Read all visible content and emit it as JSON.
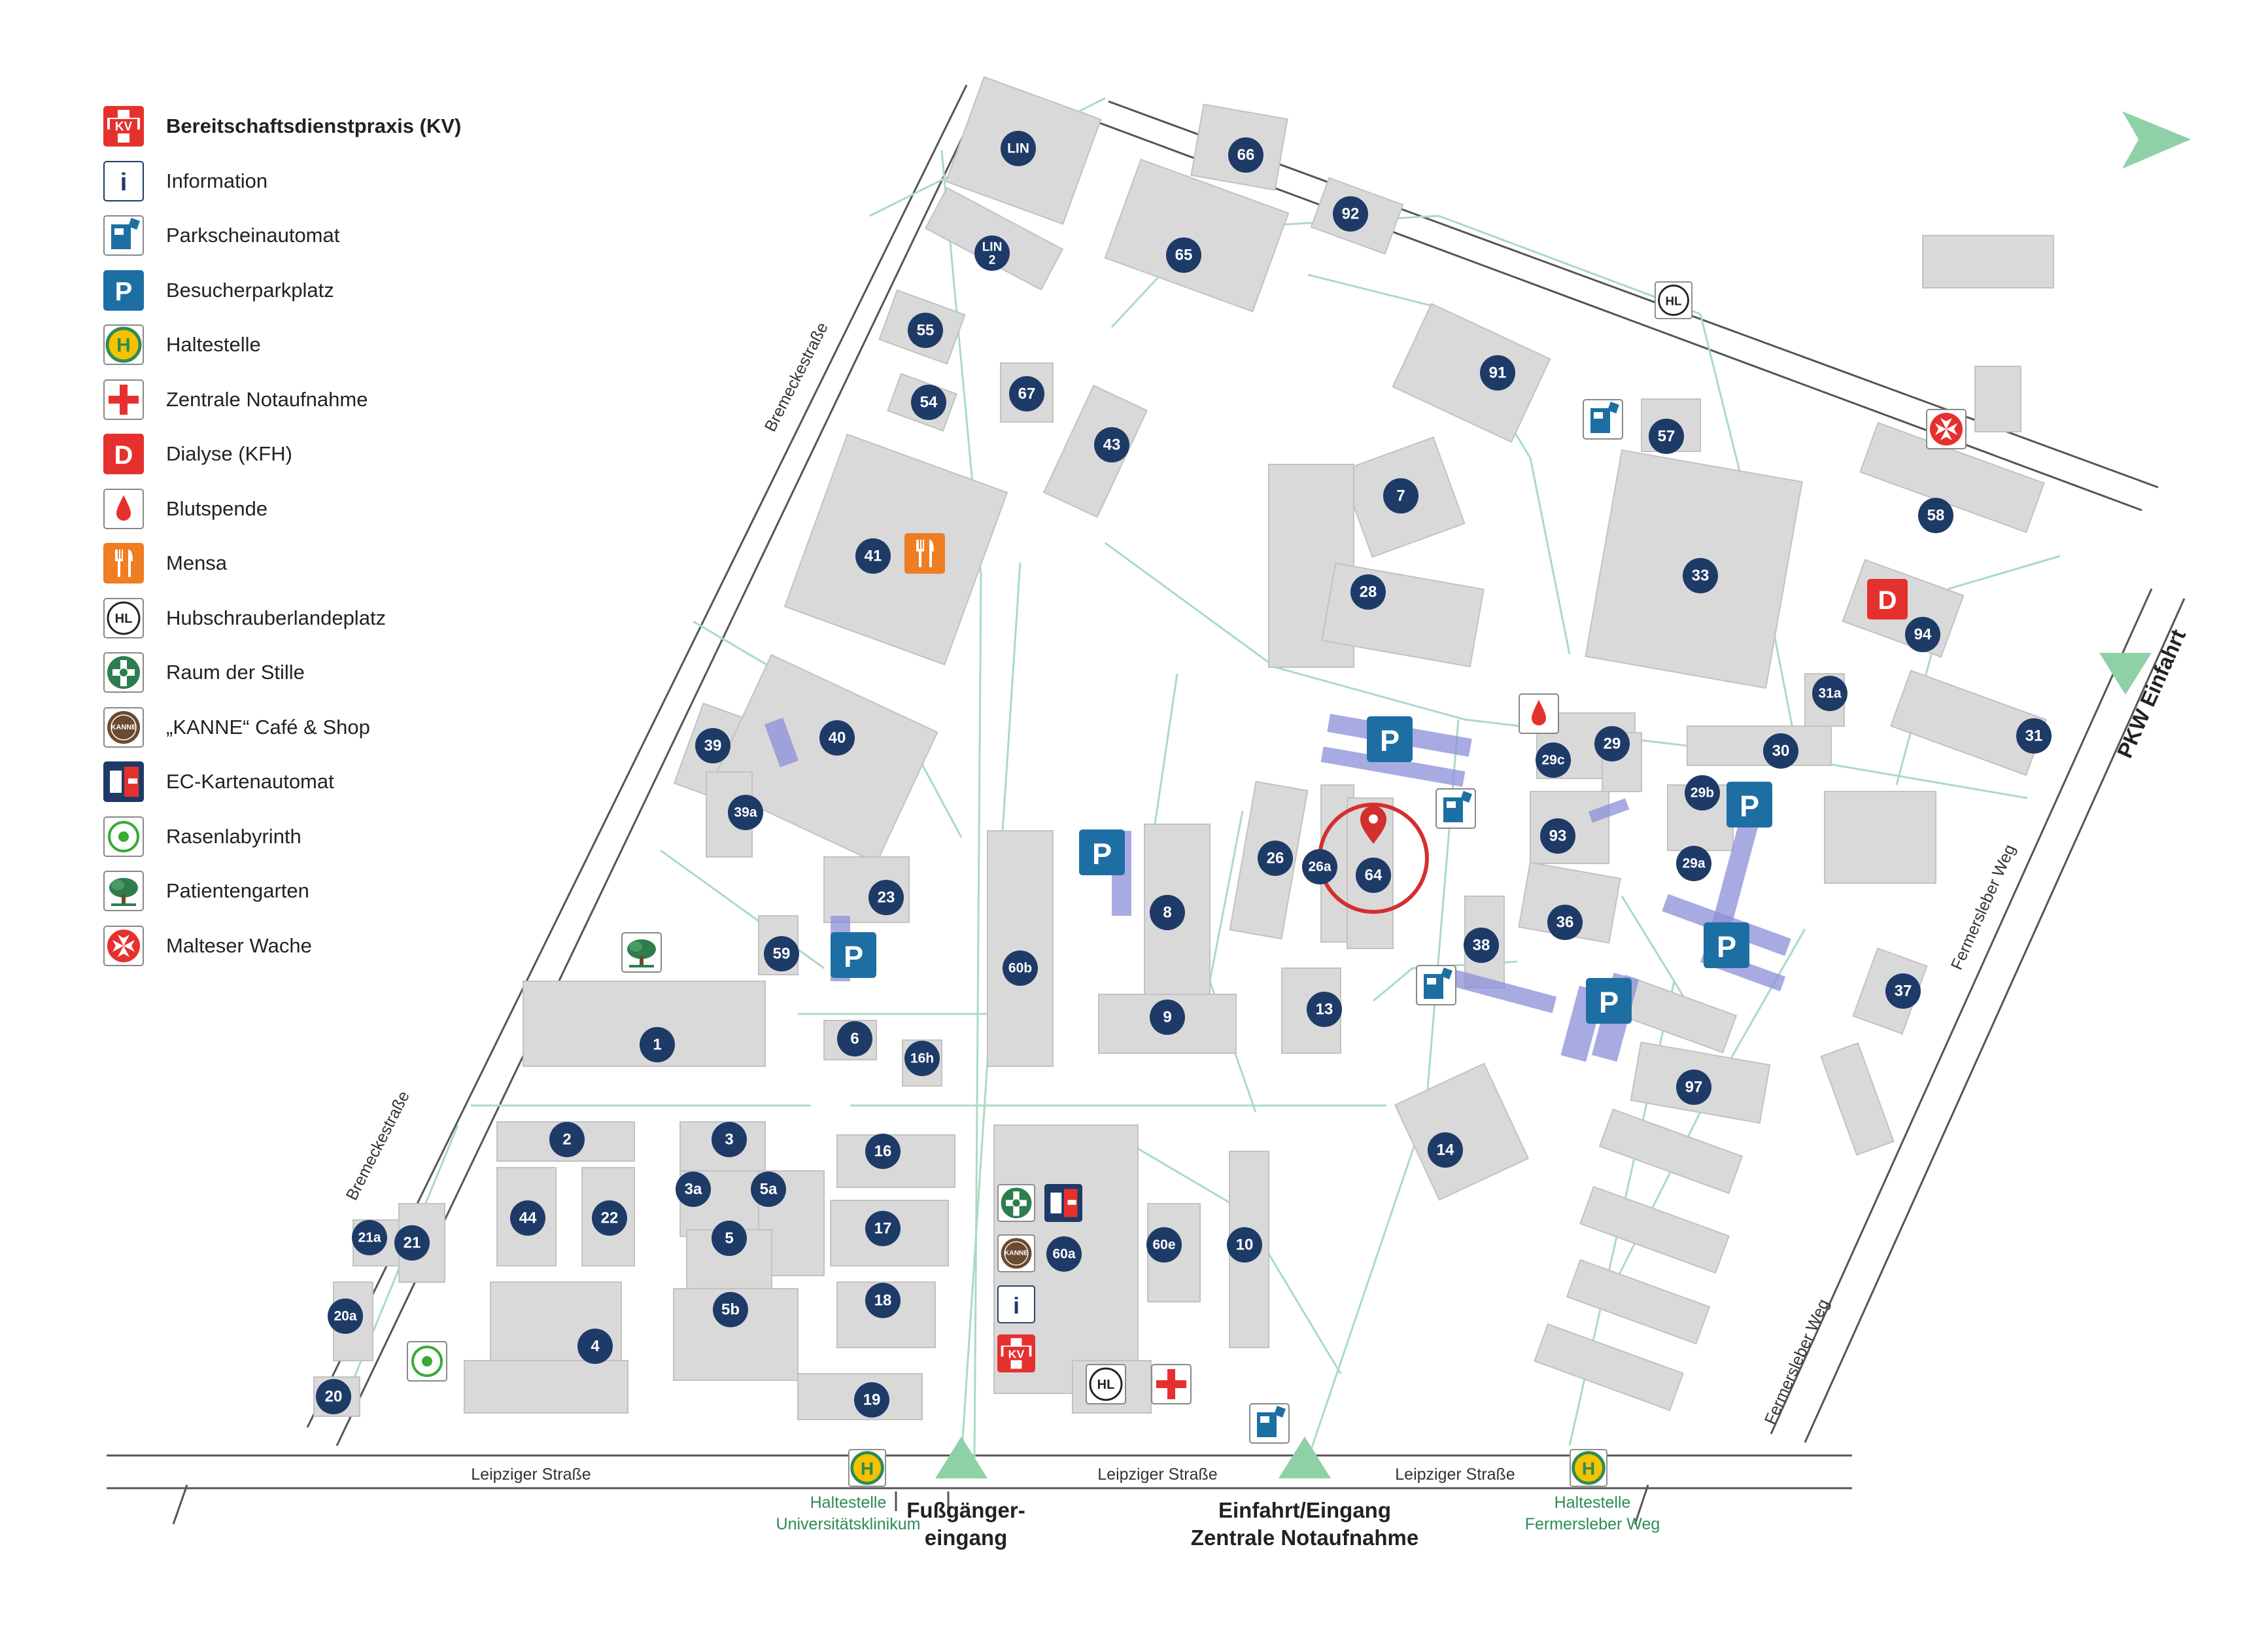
{
  "legend": [
    {
      "icon": "kv-icon",
      "label": "Bereitschaftsdienstpraxis (KV)",
      "bold": true
    },
    {
      "icon": "information-icon",
      "label": "Information"
    },
    {
      "icon": "parking-ticket-machine-icon",
      "label": "Parkscheinautomat"
    },
    {
      "icon": "parking-icon",
      "label": "Besucherparkplatz"
    },
    {
      "icon": "bus-stop-icon",
      "label": "Haltestelle"
    },
    {
      "icon": "emergency-cross-icon",
      "label": "Zentrale Notaufnahme"
    },
    {
      "icon": "dialysis-icon",
      "label": "Dialyse (KFH)"
    },
    {
      "icon": "blood-drop-icon",
      "label": "Blutspende"
    },
    {
      "icon": "canteen-icon",
      "label": "Mensa"
    },
    {
      "icon": "helipad-icon",
      "label": "Hubschrauberlandeplatz"
    },
    {
      "icon": "quiet-room-icon",
      "label": "Raum der Stille"
    },
    {
      "icon": "kanne-cafe-icon",
      "label": "„KANNE“ Café & Shop"
    },
    {
      "icon": "ec-atm-icon",
      "label": "EC-Kartenautomat"
    },
    {
      "icon": "lawn-labyrinth-icon",
      "label": "Rasenlabyrinth"
    },
    {
      "icon": "patient-garden-icon",
      "label": "Patientengarten"
    },
    {
      "icon": "maltese-cross-icon",
      "label": "Malteser Wache"
    }
  ],
  "icon_texts": {
    "kv": "KV",
    "info": "i",
    "parking": "P",
    "bus": "H",
    "dialysis": "D",
    "helipad": "HL",
    "kanne": "KANNE"
  },
  "colors": {
    "badge": "#1e3a67",
    "parking": "#1d6fa3",
    "parking_area": "#8b8fd8",
    "path": "#a9dcc1",
    "building": "#d9d9d9",
    "emergency": "#e5312e",
    "canteen": "#ef7d22",
    "green_label": "#2e8b57",
    "marker": "#d32f2f"
  },
  "buildings": [
    {
      "id": "LIN",
      "label": "LIN"
    },
    {
      "id": "LIN2",
      "label": "LIN 2"
    },
    {
      "id": "66",
      "label": "66"
    },
    {
      "id": "92",
      "label": "92"
    },
    {
      "id": "65",
      "label": "65"
    },
    {
      "id": "55",
      "label": "55"
    },
    {
      "id": "54",
      "label": "54"
    },
    {
      "id": "67",
      "label": "67"
    },
    {
      "id": "43",
      "label": "43"
    },
    {
      "id": "91",
      "label": "91"
    },
    {
      "id": "57",
      "label": "57"
    },
    {
      "id": "7",
      "label": "7"
    },
    {
      "id": "58",
      "label": "58"
    },
    {
      "id": "41",
      "label": "41"
    },
    {
      "id": "28",
      "label": "28"
    },
    {
      "id": "33",
      "label": "33"
    },
    {
      "id": "94",
      "label": "94"
    },
    {
      "id": "31a",
      "label": "31a"
    },
    {
      "id": "31",
      "label": "31"
    },
    {
      "id": "39",
      "label": "39"
    },
    {
      "id": "40",
      "label": "40"
    },
    {
      "id": "29c",
      "label": "29c"
    },
    {
      "id": "29",
      "label": "29"
    },
    {
      "id": "30",
      "label": "30"
    },
    {
      "id": "29b",
      "label": "29b"
    },
    {
      "id": "39a",
      "label": "39a"
    },
    {
      "id": "93",
      "label": "93"
    },
    {
      "id": "26",
      "label": "26"
    },
    {
      "id": "26a",
      "label": "26a"
    },
    {
      "id": "64",
      "label": "64"
    },
    {
      "id": "29a",
      "label": "29a"
    },
    {
      "id": "23",
      "label": "23"
    },
    {
      "id": "8",
      "label": "8"
    },
    {
      "id": "36",
      "label": "36"
    },
    {
      "id": "60b",
      "label": "60b"
    },
    {
      "id": "59",
      "label": "59"
    },
    {
      "id": "38",
      "label": "38"
    },
    {
      "id": "37",
      "label": "37"
    },
    {
      "id": "13",
      "label": "13"
    },
    {
      "id": "9",
      "label": "9"
    },
    {
      "id": "1",
      "label": "1"
    },
    {
      "id": "6",
      "label": "6"
    },
    {
      "id": "16h",
      "label": "16h"
    },
    {
      "id": "97",
      "label": "97"
    },
    {
      "id": "2",
      "label": "2"
    },
    {
      "id": "3",
      "label": "3"
    },
    {
      "id": "16",
      "label": "16"
    },
    {
      "id": "14",
      "label": "14"
    },
    {
      "id": "3a",
      "label": "3a"
    },
    {
      "id": "5a",
      "label": "5a"
    },
    {
      "id": "44",
      "label": "44"
    },
    {
      "id": "22",
      "label": "22"
    },
    {
      "id": "17",
      "label": "17"
    },
    {
      "id": "21a",
      "label": "21a"
    },
    {
      "id": "21",
      "label": "21"
    },
    {
      "id": "5",
      "label": "5"
    },
    {
      "id": "60a",
      "label": "60a"
    },
    {
      "id": "60e",
      "label": "60e"
    },
    {
      "id": "10",
      "label": "10"
    },
    {
      "id": "18",
      "label": "18"
    },
    {
      "id": "5b",
      "label": "5b"
    },
    {
      "id": "20a",
      "label": "20a"
    },
    {
      "id": "4",
      "label": "4"
    },
    {
      "id": "19",
      "label": "19"
    },
    {
      "id": "20",
      "label": "20"
    }
  ],
  "streets": [
    "Bremeckestraße",
    "Bremeckestraße",
    "Leipziger Straße",
    "Leipziger Straße",
    "Leipziger Straße",
    "Fermersleber Weg",
    "Fermersleber Weg"
  ],
  "stops": [
    [
      "Haltestelle",
      "Universitätsklinikum"
    ],
    [
      "Haltestelle",
      "Fermersleber Weg"
    ]
  ],
  "entrances": {
    "pedestrian": [
      "Fußgänger-",
      "eingang"
    ],
    "emergency": [
      "Einfahrt/Eingang",
      "Zentrale Notaufnahme"
    ],
    "car": "PKW Einfahrt"
  }
}
